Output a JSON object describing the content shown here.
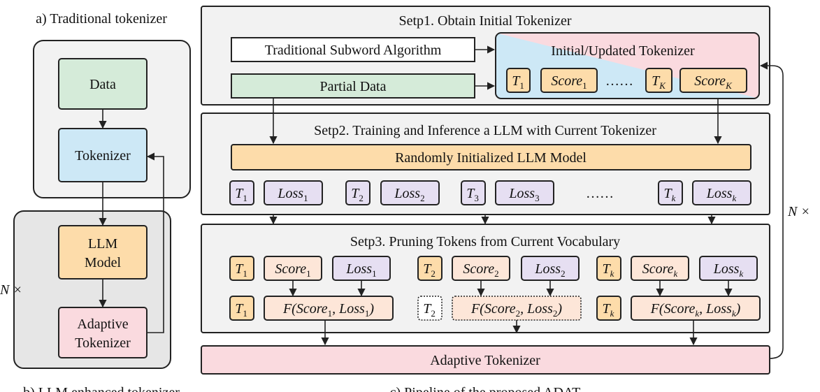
{
  "left": {
    "title_a": "a) Traditional tokenizer",
    "title_b": "b) LLM enhanced tokenizer",
    "data": "Data",
    "tokenizer": "Tokenizer",
    "llm_line1": "LLM",
    "llm_line2": "Model",
    "adaptive_line1": "Adaptive",
    "adaptive_line2": "Tokenizer",
    "loop_n": "N ×"
  },
  "right": {
    "caption": "c) Pipeline of the proposed ADAT",
    "loop_n": "N ×",
    "final": "Adaptive Tokenizer",
    "step1": {
      "title": "Setp1. Obtain Initial Tokenizer",
      "algo": "Traditional Subword Algorithm",
      "partial": "Partial Data",
      "tokenizer": "Initial/Updated Tokenizer",
      "t_first": "T",
      "t_first_sub": "1",
      "score_first": "Score",
      "score_first_sub": "1",
      "dots": "……",
      "t_last": "T",
      "t_last_sub": "K",
      "score_last": "Score",
      "score_last_sub": "K"
    },
    "step2": {
      "title": "Setp2. Training and Inference a LLM with Current Tokenizer",
      "model": "Randomly Initialized LLM Model",
      "dots": "……",
      "pairs": [
        {
          "t": "T",
          "t_sub": "1",
          "loss": "Loss",
          "loss_sub": "1"
        },
        {
          "t": "T",
          "t_sub": "2",
          "loss": "Loss",
          "loss_sub": "2"
        },
        {
          "t": "T",
          "t_sub": "3",
          "loss": "Loss",
          "loss_sub": "3"
        },
        {
          "t": "T",
          "t_sub": "k",
          "loss": "Loss",
          "loss_sub": "k"
        }
      ]
    },
    "step3": {
      "title": "Setp3. Pruning Tokens from Current Vocabulary",
      "groups": [
        {
          "t": "T",
          "sub": "1",
          "score": "Score",
          "loss": "Loss",
          "f": "F(Score",
          "f_mid": ", Loss",
          "f_end": ")"
        },
        {
          "t": "T",
          "sub": "2",
          "score": "Score",
          "loss": "Loss",
          "f": "F(Score",
          "f_mid": ", Loss",
          "f_end": ")"
        },
        {
          "t": "T",
          "sub": "k",
          "score": "Score",
          "loss": "Loss",
          "f": "F(Score",
          "f_mid": ", Loss",
          "f_end": ")"
        }
      ]
    }
  },
  "colors": {
    "green": "#d5ebd9",
    "blue": "#cde8f6",
    "orange": "#fddcaa",
    "pink": "#fadadf",
    "purple": "#e6dff2",
    "peach": "#fde6d8",
    "panel": "#f2f2f2",
    "panel_dark": "#e6e6e6"
  }
}
